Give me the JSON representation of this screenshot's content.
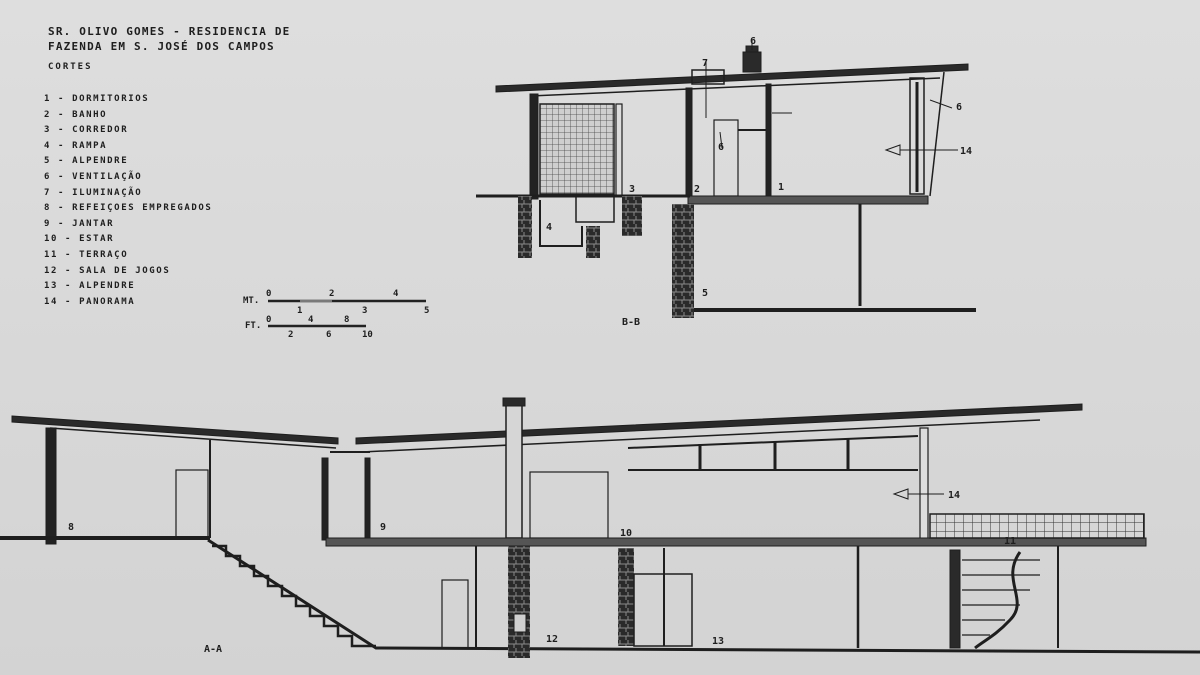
{
  "title": {
    "line1": "SR. OLIVO GOMES - RESIDENCIA DE",
    "line2": "FAZENDA EM S. JOSÉ DOS CAMPOS"
  },
  "section_label": "CORTES",
  "legend": [
    "1 - DORMITORIOS",
    "2 - BANHO",
    "3 - CORREDOR",
    "4 - RAMPA",
    "5 - ALPENDRE",
    "6 - VENTILAÇÃO",
    "7 - ILUMINAÇÃO",
    "8 - REFEIÇOES EMPREGADOS",
    "9 - JANTAR",
    "10 - ESTAR",
    "11 - TERRAÇO",
    "12 - SALA DE JOGOS",
    "13 - ALPENDRE",
    "14 - PANORAMA"
  ],
  "scale": {
    "mt_label": "MT.",
    "mt_top": [
      "0",
      "2",
      "4"
    ],
    "mt_bottom": [
      "1",
      "3",
      "5"
    ],
    "ft_label": "FT.",
    "ft_top": [
      "0",
      "4",
      "8"
    ],
    "ft_bottom": [
      "2",
      "6",
      "10"
    ]
  },
  "section_bb": {
    "label": "B-B",
    "tags": [
      "1",
      "2",
      "3",
      "4",
      "5",
      "6",
      "6",
      "6",
      "7",
      "14"
    ]
  },
  "section_aa": {
    "label": "A-A",
    "tags": [
      "8",
      "9",
      "10",
      "11",
      "12",
      "13",
      "14"
    ]
  }
}
